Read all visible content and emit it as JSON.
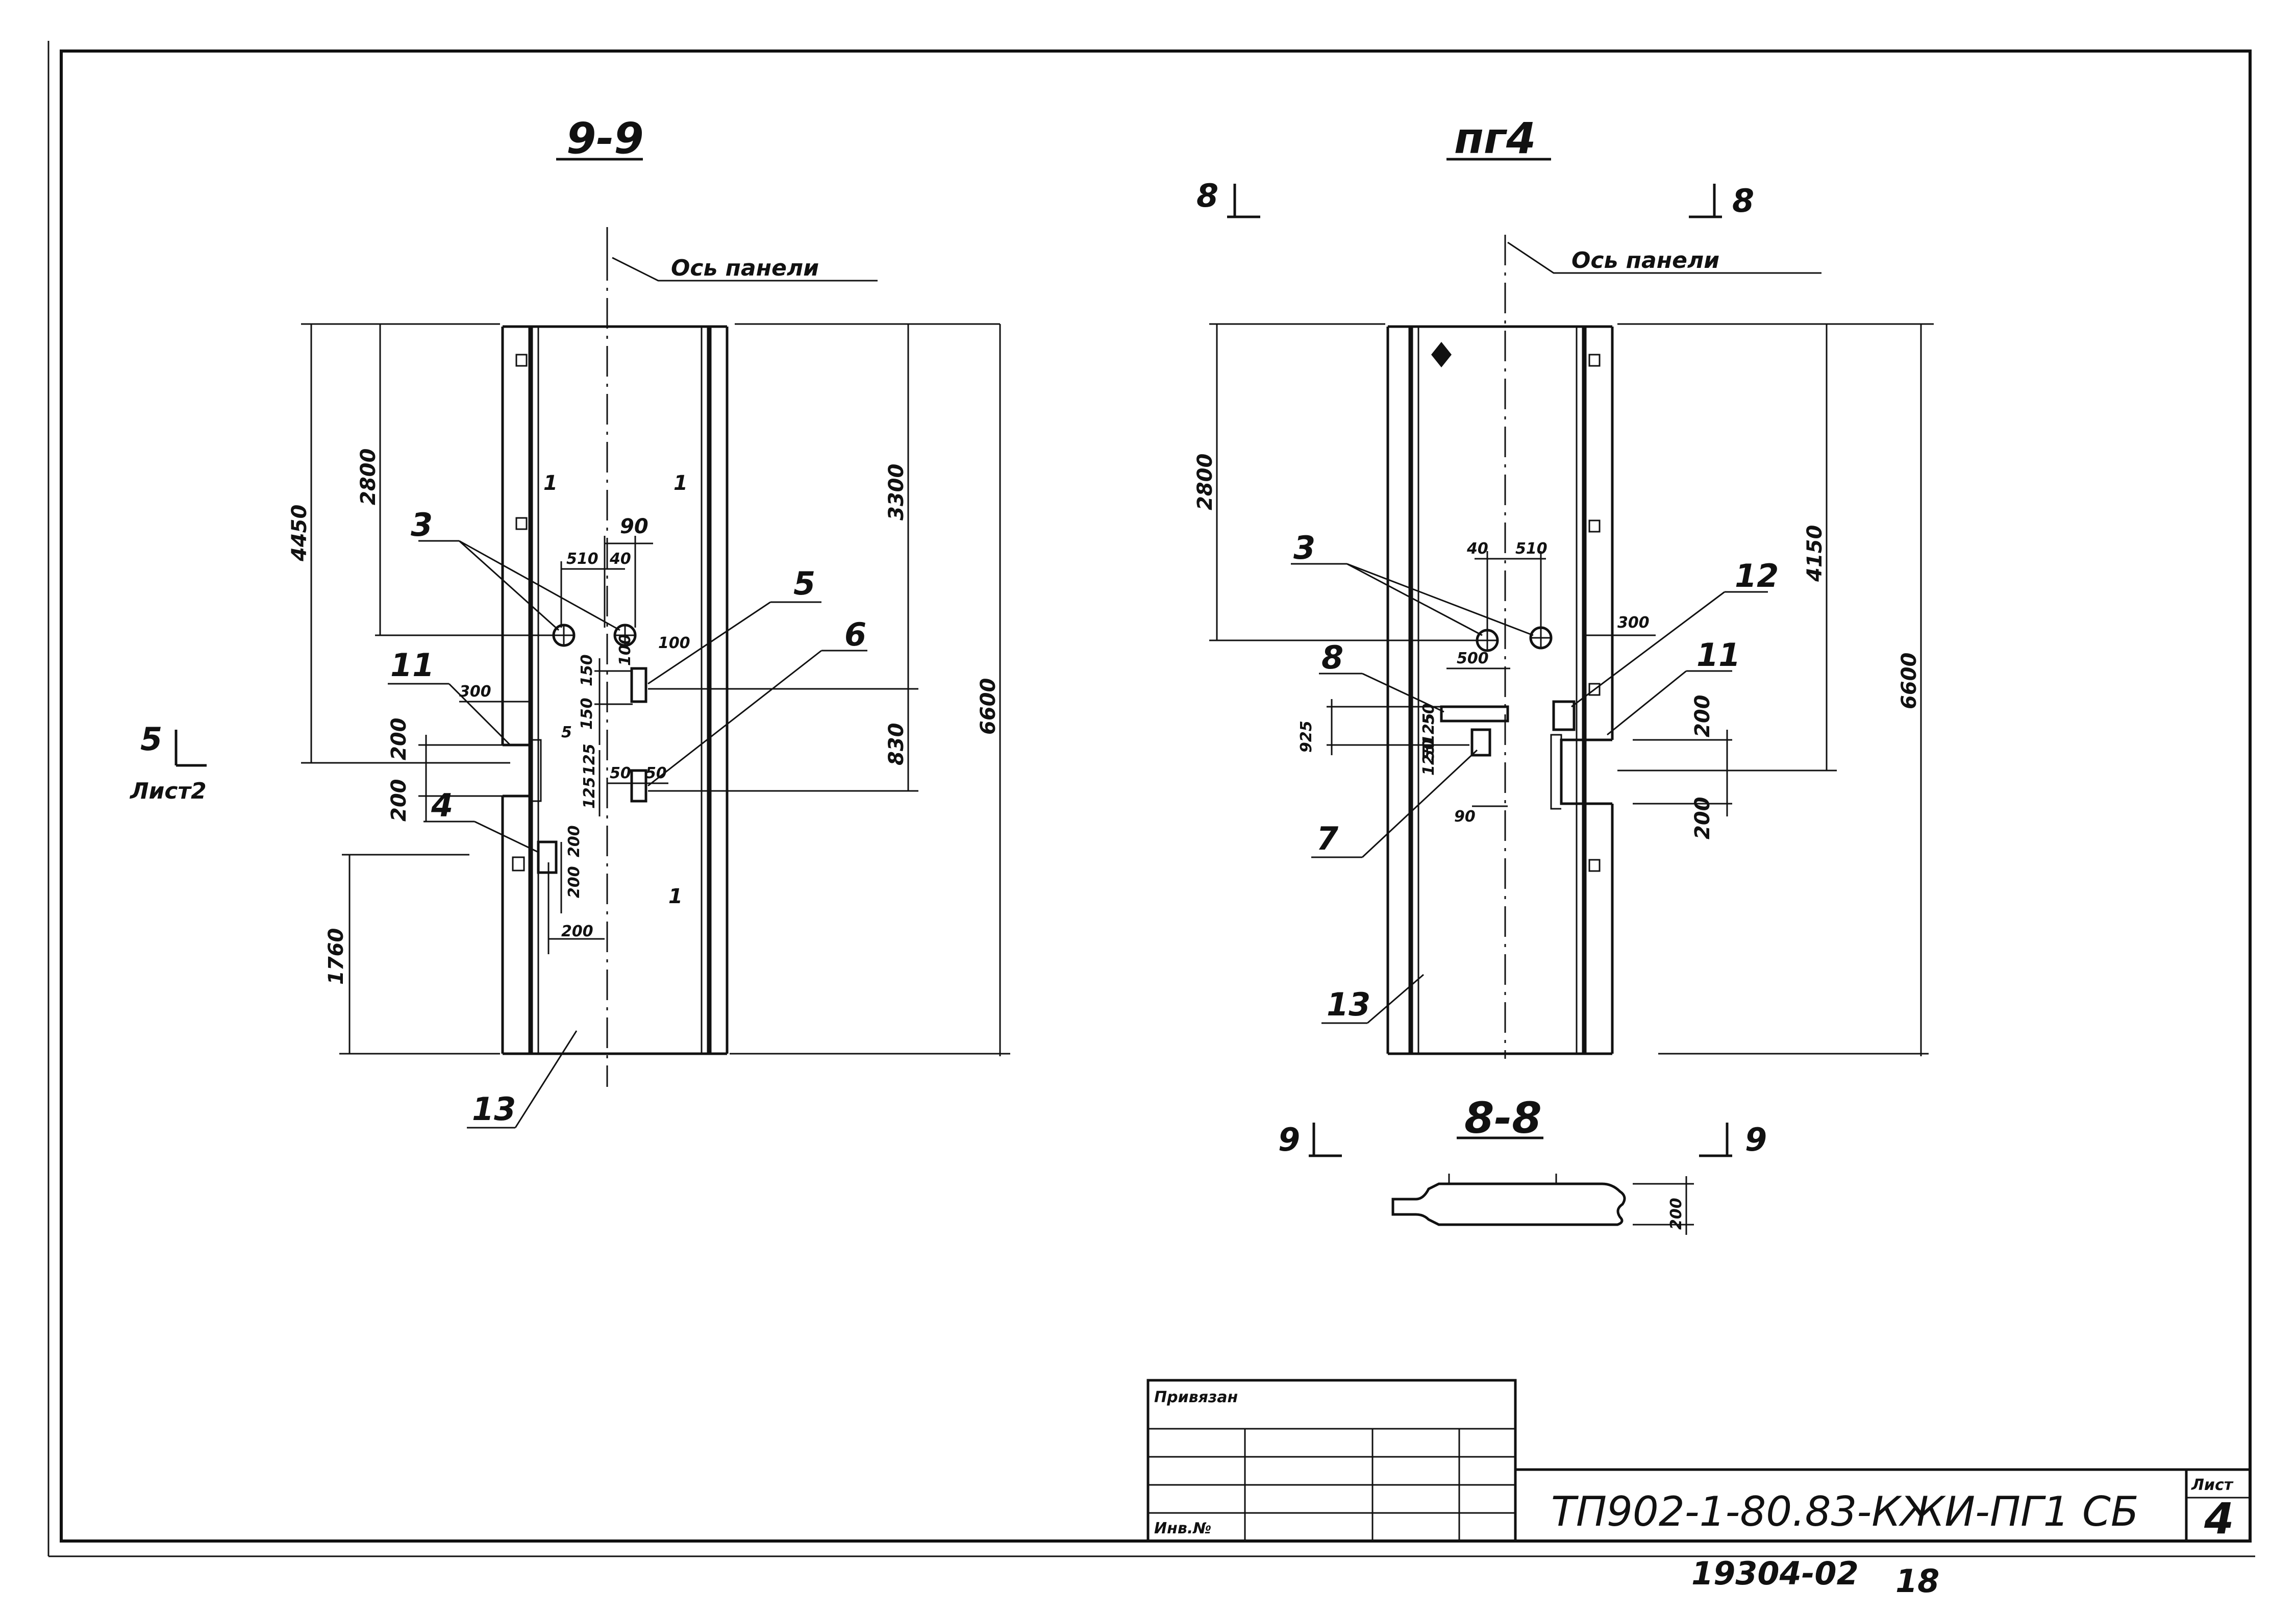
{
  "left_view": {
    "title": "9-9",
    "axis_label": "Ось панели",
    "dims": {
      "h4450": "4450",
      "h2800": "2800",
      "h3300": "3300",
      "h6600": "6600",
      "h830": "830",
      "h1760": "1760",
      "d90": "90",
      "d510": "510",
      "d40": "40",
      "d100": "100",
      "d100b": "100",
      "d150": "150",
      "d150b": "150",
      "d300": "300",
      "d200a": "200",
      "d200b": "200",
      "d5": "5",
      "d50a": "50",
      "d50b": "50",
      "d125": "125",
      "d125b": "125",
      "d200c": "200",
      "d200d": "200",
      "d200e": "200"
    },
    "leaders": {
      "l3": "3",
      "l5": "5",
      "l6": "6",
      "l11": "11",
      "l4": "4",
      "l13": "13"
    },
    "marks": {
      "m1a": "1",
      "m1b": "1",
      "m1c": "1"
    },
    "section_5": {
      "number": "5",
      "sheet": "Лист2"
    }
  },
  "right_view": {
    "title": "пг4",
    "axis_label": "Ось панели",
    "section_8": {
      "left": "8",
      "right": "8"
    },
    "dims": {
      "h2800": "2800",
      "h4150": "4150",
      "h6600": "6600",
      "d40": "40",
      "d510": "510",
      "d500": "500",
      "d300": "300",
      "d925": "925",
      "d50": "50",
      "d125": "125",
      "d50b": "50",
      "d125b": "125",
      "d90": "90",
      "d200a": "200",
      "d200b": "200"
    },
    "leaders": {
      "l3": "3",
      "l8": "8",
      "l7": "7",
      "l12": "12",
      "l11": "11",
      "l13": "13"
    }
  },
  "section_88": {
    "title": "8-8",
    "cut_left": "9",
    "cut_right": "9",
    "dim": "200"
  },
  "title_block": {
    "stamp_label": "Привязан",
    "inv_label": "Инв.№",
    "doc_code": "ТП902-1-80.83-КЖИ-ПГ1 СБ",
    "sheet_label": "Лист",
    "sheet_number": "4",
    "archive_number": "19304-02",
    "archive_suffix": "18"
  }
}
